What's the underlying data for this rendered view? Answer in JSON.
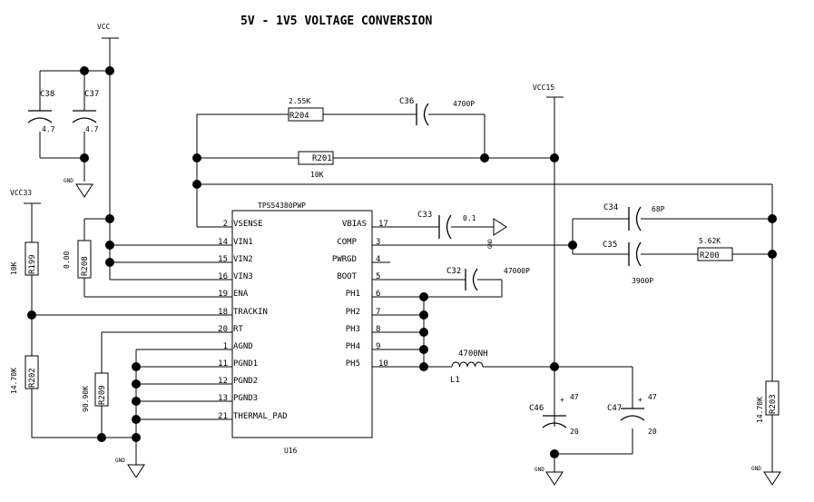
{
  "title": "5V - 1V5 VOLTAGE CONVERSION",
  "power": {
    "vcc": "VCC",
    "vcc15": "VCC15",
    "vcc33": "VCC33",
    "gnd": "GND"
  },
  "ic": {
    "part": "TPS54380PWP",
    "ref": "U16",
    "left_pins": [
      {
        "num": "2",
        "name": "VSENSE"
      },
      {
        "num": "14",
        "name": "VIN1"
      },
      {
        "num": "15",
        "name": "VIN2"
      },
      {
        "num": "16",
        "name": "VIN3"
      },
      {
        "num": "19",
        "name": "ENA"
      },
      {
        "num": "18",
        "name": "TRACKIN"
      },
      {
        "num": "20",
        "name": "RT"
      },
      {
        "num": "1",
        "name": "AGND"
      },
      {
        "num": "11",
        "name": "PGND1"
      },
      {
        "num": "12",
        "name": "PGND2"
      },
      {
        "num": "13",
        "name": "PGND3"
      },
      {
        "num": "21",
        "name": "THERMAL_PAD"
      }
    ],
    "right_pins": [
      {
        "num": "17",
        "name": "VBIAS"
      },
      {
        "num": "3",
        "name": "COMP"
      },
      {
        "num": "4",
        "name": "PWRGD"
      },
      {
        "num": "5",
        "name": "BOOT"
      },
      {
        "num": "6",
        "name": "PH1"
      },
      {
        "num": "7",
        "name": "PH2"
      },
      {
        "num": "8",
        "name": "PH3"
      },
      {
        "num": "9",
        "name": "PH4"
      },
      {
        "num": "10",
        "name": "PH5"
      }
    ]
  },
  "components": {
    "c38": {
      "ref": "C38",
      "value": "4.7"
    },
    "c37": {
      "ref": "C37",
      "value": "4.7"
    },
    "c36": {
      "ref": "C36",
      "value": "4700P"
    },
    "r204": {
      "ref": "R204",
      "value": "2.55K"
    },
    "r201": {
      "ref": "R201",
      "value": "10K"
    },
    "r199": {
      "ref": "R199",
      "value": "10K"
    },
    "r208": {
      "ref": "R208",
      "value": "0.00"
    },
    "r202": {
      "ref": "R202",
      "value": "14.70K"
    },
    "r209": {
      "ref": "R209",
      "value": "90.90K"
    },
    "c33": {
      "ref": "C33",
      "value": "0.1"
    },
    "c32": {
      "ref": "C32",
      "value": "47000P"
    },
    "c34": {
      "ref": "C34",
      "value": "68P"
    },
    "c35": {
      "ref": "C35",
      "value": "3900P"
    },
    "r200": {
      "ref": "R200",
      "value": "5.62K"
    },
    "r203": {
      "ref": "R203",
      "value": "14.70K"
    },
    "l1": {
      "ref": "L1",
      "value": "4700NH"
    },
    "c46": {
      "ref": "C46",
      "value": "47",
      "value2": "20"
    },
    "c47": {
      "ref": "C47",
      "value": "47",
      "value2": "20"
    }
  },
  "symbols": {
    "plus": "+"
  }
}
